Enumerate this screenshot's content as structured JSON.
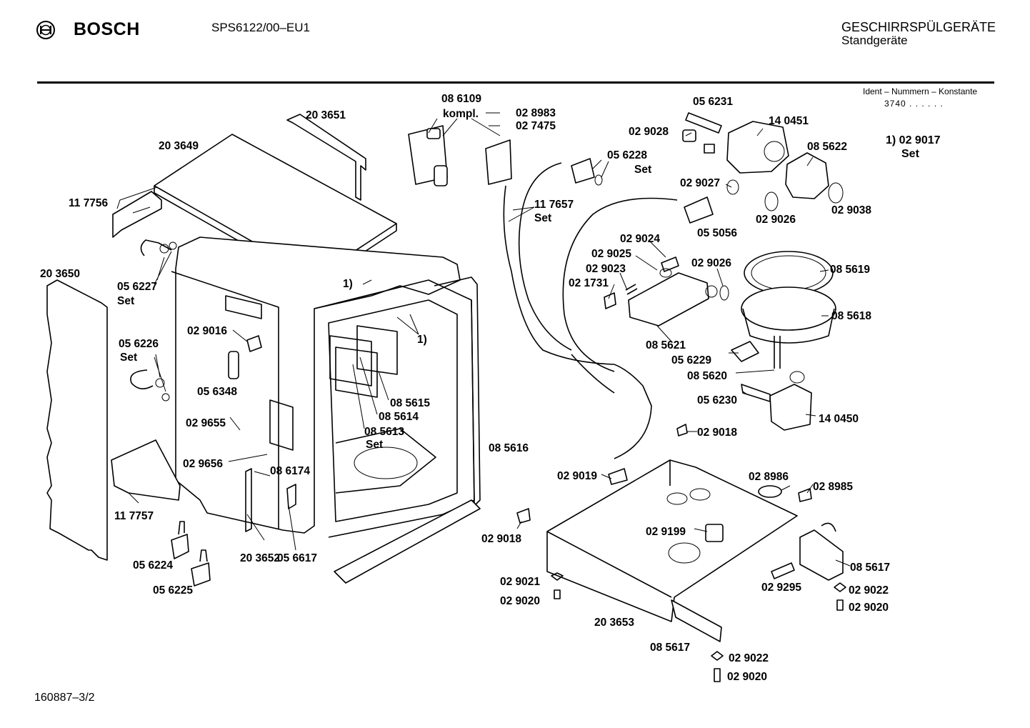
{
  "header": {
    "brand": "BOSCH",
    "model": "SPS6122/00–EU1",
    "category": "GESCHIRRSPÜLGERÄTE",
    "subcategory": "Standgeräte"
  },
  "ident": {
    "label": "Ident – Nummern – Konstante",
    "value": "3740 . . . . . ."
  },
  "footnote": {
    "ref": "1) 02 9017",
    "note": "Set"
  },
  "doc_number": "160887–3/2",
  "part_labels": [
    {
      "id": "p1",
      "text": "20 3651"
    },
    {
      "id": "p2",
      "text": "20 3649"
    },
    {
      "id": "p3",
      "text": "11 7756"
    },
    {
      "id": "p4",
      "text": "20 3650"
    },
    {
      "id": "p5",
      "text": "05 6227"
    },
    {
      "id": "p6",
      "text": "Set"
    },
    {
      "id": "p7",
      "text": "05 6226"
    },
    {
      "id": "p8",
      "text": "Set"
    },
    {
      "id": "p9",
      "text": "02 9016"
    },
    {
      "id": "p10",
      "text": "05 6348"
    },
    {
      "id": "p11",
      "text": "02 9655"
    },
    {
      "id": "p12",
      "text": "02 9656"
    },
    {
      "id": "p13",
      "text": "08 6174"
    },
    {
      "id": "p14",
      "text": "11 7757"
    },
    {
      "id": "p15",
      "text": "05 6224"
    },
    {
      "id": "p16",
      "text": "05 6225"
    },
    {
      "id": "p17",
      "text": "20 3652"
    },
    {
      "id": "p18",
      "text": "05 6617"
    },
    {
      "id": "p19",
      "text": "1)"
    },
    {
      "id": "p20",
      "text": "1)"
    },
    {
      "id": "p21",
      "text": "08 5615"
    },
    {
      "id": "p22",
      "text": "08 5614"
    },
    {
      "id": "p23",
      "text": "08 5613"
    },
    {
      "id": "p24",
      "text": "Set"
    },
    {
      "id": "p25",
      "text": "08 5616"
    },
    {
      "id": "p26",
      "text": "08 6109"
    },
    {
      "id": "p27",
      "text": "kompl."
    },
    {
      "id": "p28",
      "text": "02 8983"
    },
    {
      "id": "p29",
      "text": "02 7475"
    },
    {
      "id": "p30",
      "text": "11 7657"
    },
    {
      "id": "p31",
      "text": "Set"
    },
    {
      "id": "p32",
      "text": "05 6231"
    },
    {
      "id": "p33",
      "text": "14 0451"
    },
    {
      "id": "p34",
      "text": "02 9028"
    },
    {
      "id": "p35",
      "text": "05 6228"
    },
    {
      "id": "p36",
      "text": "Set"
    },
    {
      "id": "p37",
      "text": "08 5622"
    },
    {
      "id": "p38",
      "text": "02 9027"
    },
    {
      "id": "p39",
      "text": "02 9026"
    },
    {
      "id": "p40",
      "text": "02 9038"
    },
    {
      "id": "p41",
      "text": "05 5056"
    },
    {
      "id": "p42",
      "text": "02 9024"
    },
    {
      "id": "p43",
      "text": "02 9025"
    },
    {
      "id": "p44",
      "text": "02 9023"
    },
    {
      "id": "p45",
      "text": "02 1731"
    },
    {
      "id": "p46",
      "text": "02 9026"
    },
    {
      "id": "p47",
      "text": "08 5619"
    },
    {
      "id": "p48",
      "text": "08 5618"
    },
    {
      "id": "p49",
      "text": "08 5621"
    },
    {
      "id": "p50",
      "text": "05 6229"
    },
    {
      "id": "p51",
      "text": "08 5620"
    },
    {
      "id": "p52",
      "text": "05 6230"
    },
    {
      "id": "p53",
      "text": "14 0450"
    },
    {
      "id": "p54",
      "text": "02 9018"
    },
    {
      "id": "p55",
      "text": "02 9019"
    },
    {
      "id": "p56",
      "text": "02 8986"
    },
    {
      "id": "p57",
      "text": "02 8985"
    },
    {
      "id": "p58",
      "text": "02 9018"
    },
    {
      "id": "p59",
      "text": "02 9199"
    },
    {
      "id": "p60",
      "text": "08 5617"
    },
    {
      "id": "p61",
      "text": "02 9021"
    },
    {
      "id": "p62",
      "text": "02 9020"
    },
    {
      "id": "p63",
      "text": "02 9295"
    },
    {
      "id": "p64",
      "text": "02 9022"
    },
    {
      "id": "p65",
      "text": "02 9020"
    },
    {
      "id": "p66",
      "text": "20 3653"
    },
    {
      "id": "p67",
      "text": "08 5617"
    },
    {
      "id": "p68",
      "text": "02 9022"
    },
    {
      "id": "p69",
      "text": "02 9020"
    }
  ]
}
